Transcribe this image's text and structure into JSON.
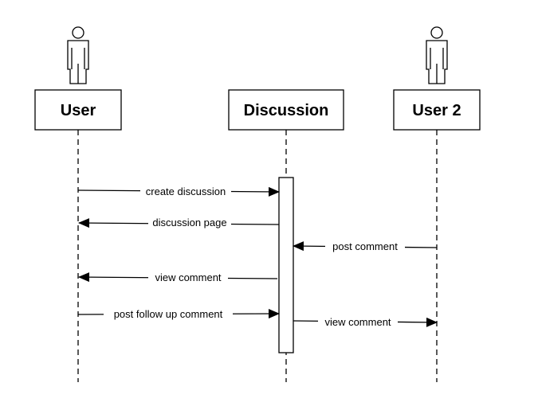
{
  "diagram": {
    "type": "sequence",
    "participants": [
      {
        "id": "user",
        "label": "User",
        "actor": true
      },
      {
        "id": "discussion",
        "label": "Discussion",
        "actor": false
      },
      {
        "id": "user2",
        "label": "User 2",
        "actor": true
      }
    ],
    "messages": [
      {
        "from": "user",
        "to": "discussion",
        "label": "create discussion"
      },
      {
        "from": "discussion",
        "to": "user",
        "label": "discussion page"
      },
      {
        "from": "user2",
        "to": "discussion",
        "label": "post comment"
      },
      {
        "from": "discussion",
        "to": "user",
        "label": "view comment"
      },
      {
        "from": "user",
        "to": "discussion",
        "label": "post follow up comment"
      },
      {
        "from": "discussion",
        "to": "user2",
        "label": "view comment"
      }
    ],
    "colors": {
      "line": "#000000",
      "background": "#ffffff"
    }
  }
}
